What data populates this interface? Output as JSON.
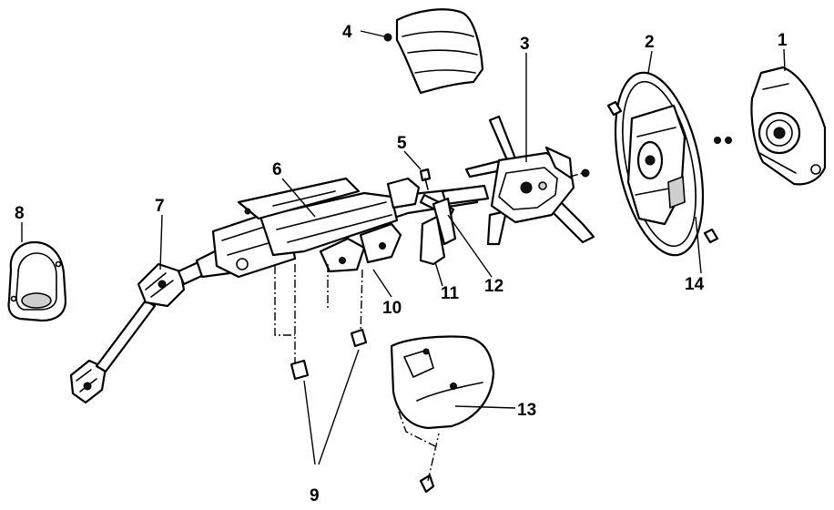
{
  "diagram": {
    "callouts": [
      {
        "id": "c1",
        "text": "1",
        "part": "airbag-module"
      },
      {
        "id": "c2",
        "text": "2",
        "part": "steering-wheel"
      },
      {
        "id": "c3",
        "text": "3",
        "part": "combination-switch"
      },
      {
        "id": "c4",
        "text": "4",
        "part": "column-upper-cover"
      },
      {
        "id": "c5",
        "text": "5",
        "part": "column-screw"
      },
      {
        "id": "c6",
        "text": "6",
        "part": "steering-column"
      },
      {
        "id": "c7",
        "text": "7",
        "part": "intermediate-shaft"
      },
      {
        "id": "c8",
        "text": "8",
        "part": "column-hole-cover"
      },
      {
        "id": "c9",
        "text": "9",
        "part": "column-mounting-nuts"
      },
      {
        "id": "c10",
        "text": "10",
        "part": "column-bracket"
      },
      {
        "id": "c11",
        "text": "11",
        "part": "tilt-lever"
      },
      {
        "id": "c12",
        "text": "12",
        "part": "column-clamp"
      },
      {
        "id": "c13",
        "text": "13",
        "part": "column-lower-cover"
      },
      {
        "id": "c14",
        "text": "14",
        "part": "wheel-screw"
      }
    ]
  }
}
